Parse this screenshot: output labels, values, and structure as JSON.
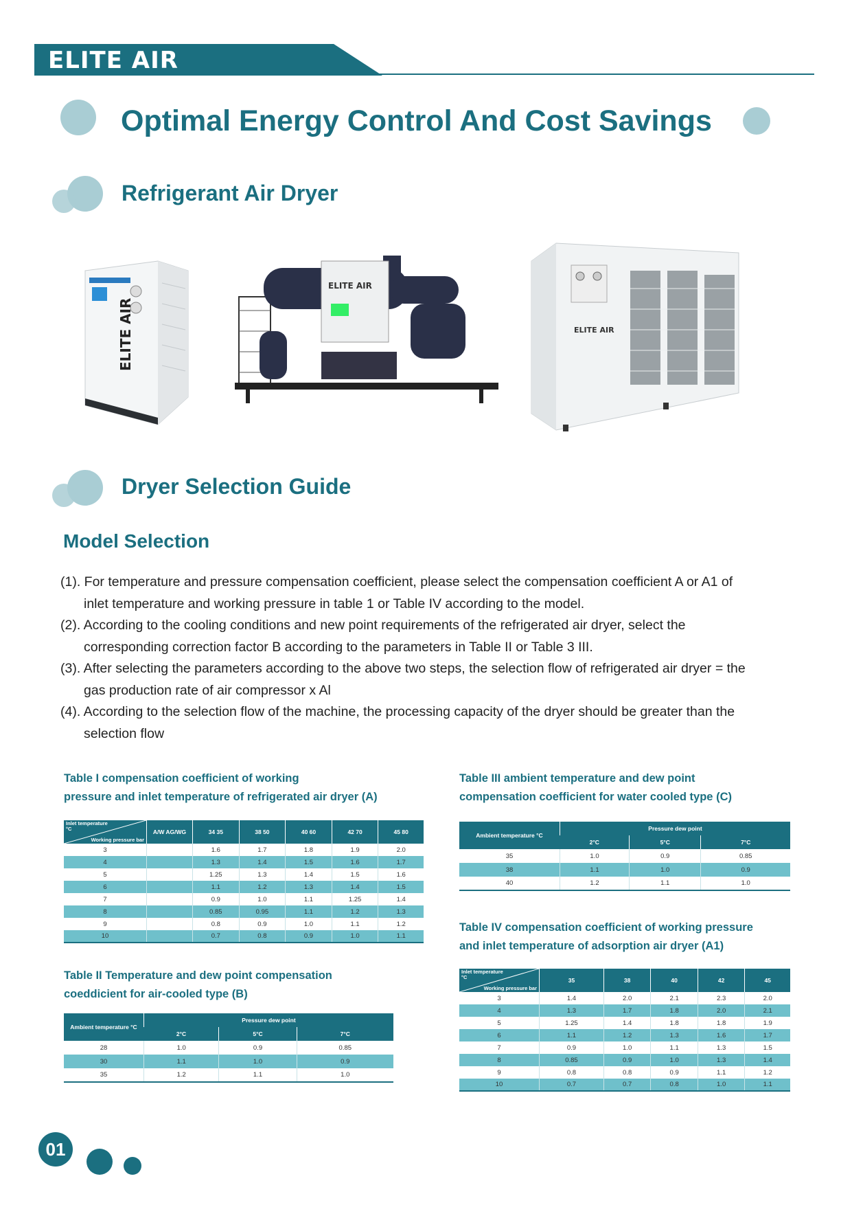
{
  "header": {
    "brand": "ELITE AIR"
  },
  "title": "Optimal Energy Control And Cost Savings",
  "section1": {
    "heading": "Refrigerant Air Dryer"
  },
  "products": [
    {
      "icon": "small-refrigerant-dryer-photo",
      "brand_label": "ELITE AIR"
    },
    {
      "icon": "skid-refrigerant-dryer-photo",
      "brand_label": "ELITE AIR"
    },
    {
      "icon": "large-cabinet-dryer-photo",
      "brand_label": "ELITE AIR"
    }
  ],
  "section2": {
    "heading": "Dryer Selection Guide"
  },
  "model_selection": {
    "heading": "Model Selection",
    "items": [
      "(1). For temperature and pressure compensation coefficient, please select the compensation coefficient A or A1 of inlet temperature and working pressure in table 1 or Table IV according to the model.",
      "(2). According to the cooling conditions and new point requirements of the refrigerated air dryer, select the corresponding correction factor B according to the parameters in Table II or Table 3 III.",
      "(3). After selecting the parameters according to the above two steps, the selection flow of refrigerated air dryer = the gas production rate of air compressor x Al",
      "(4). According to the selection flow of the machine, the processing capacity of the dryer should be greater than the selection flow"
    ]
  },
  "table1": {
    "caption_line1": "Table I compensation coefficient of working",
    "caption_line2": "pressure and inlet temperature of refrigerated air dryer (A)",
    "corner_top": "Inlet temperature",
    "corner_unit": "°C",
    "corner_bottom": "Working pressure bar",
    "col2_header": "A/W AG/WG",
    "columns": [
      "34 35",
      "38 50",
      "40 60",
      "42 70",
      "45 80"
    ],
    "rows": [
      {
        "p": "3",
        "v": [
          "1.6",
          "1.7",
          "1.8",
          "1.9",
          "2.0"
        ]
      },
      {
        "p": "4",
        "v": [
          "1.3",
          "1.4",
          "1.5",
          "1.6",
          "1.7"
        ]
      },
      {
        "p": "5",
        "v": [
          "1.25",
          "1.3",
          "1.4",
          "1.5",
          "1.6"
        ]
      },
      {
        "p": "6",
        "v": [
          "1.1",
          "1.2",
          "1.3",
          "1.4",
          "1.5"
        ]
      },
      {
        "p": "7",
        "v": [
          "0.9",
          "1.0",
          "1.1",
          "1.25",
          "1.4"
        ]
      },
      {
        "p": "8",
        "v": [
          "0.85",
          "0.95",
          "1.1",
          "1.2",
          "1.3"
        ]
      },
      {
        "p": "9",
        "v": [
          "0.8",
          "0.9",
          "1.0",
          "1.1",
          "1.2"
        ]
      },
      {
        "p": "10",
        "v": [
          "0.7",
          "0.8",
          "0.9",
          "1.0",
          "1.1"
        ]
      }
    ]
  },
  "table2": {
    "caption_line1": "Table II Temperature and dew point compensation",
    "caption_line2": "coeddicient for air-cooled type (B)",
    "row_header": "Ambient temperature °C",
    "group_header": "Pressure dew point",
    "columns": [
      "2°C",
      "5°C",
      "7°C"
    ],
    "rows": [
      {
        "t": "28",
        "v": [
          "1.0",
          "0.9",
          "0.85"
        ]
      },
      {
        "t": "30",
        "v": [
          "1.1",
          "1.0",
          "0.9"
        ]
      },
      {
        "t": "35",
        "v": [
          "1.2",
          "1.1",
          "1.0"
        ]
      }
    ]
  },
  "table3": {
    "caption_line1": "Table III ambient temperature and dew point",
    "caption_line2": "compensation coefficient for water cooled type (C)",
    "row_header": "Ambient temperature °C",
    "group_header": "Pressure dew point",
    "columns": [
      "2°C",
      "5°C",
      "7°C"
    ],
    "rows": [
      {
        "t": "35",
        "v": [
          "1.0",
          "0.9",
          "0.85"
        ]
      },
      {
        "t": "38",
        "v": [
          "1.1",
          "1.0",
          "0.9"
        ]
      },
      {
        "t": "40",
        "v": [
          "1.2",
          "1.1",
          "1.0"
        ]
      }
    ]
  },
  "table4": {
    "caption_line1": "Table IV compensation coefficient of working pressure",
    "caption_line2": "and inlet temperature of adsorption air dryer (A1)",
    "corner_top": "Inlet temperature",
    "corner_unit": "°C",
    "corner_bottom": "Working pressure bar",
    "columns": [
      "35",
      "38",
      "40",
      "42",
      "45"
    ],
    "rows": [
      {
        "p": "3",
        "v": [
          "1.4",
          "2.0",
          "2.1",
          "2.3",
          "2.0"
        ]
      },
      {
        "p": "4",
        "v": [
          "1.3",
          "1.7",
          "1.8",
          "2.0",
          "2.1"
        ]
      },
      {
        "p": "5",
        "v": [
          "1.25",
          "1.4",
          "1.8",
          "1.8",
          "1.9"
        ]
      },
      {
        "p": "6",
        "v": [
          "1.1",
          "1.2",
          "1.3",
          "1.6",
          "1.7"
        ]
      },
      {
        "p": "7",
        "v": [
          "0.9",
          "1.0",
          "1.1",
          "1.3",
          "1.5"
        ]
      },
      {
        "p": "8",
        "v": [
          "0.85",
          "0.9",
          "1.0",
          "1.3",
          "1.4"
        ]
      },
      {
        "p": "9",
        "v": [
          "0.8",
          "0.8",
          "0.9",
          "1.1",
          "1.2"
        ]
      },
      {
        "p": "10",
        "v": [
          "0.7",
          "0.7",
          "0.8",
          "1.0",
          "1.1"
        ]
      }
    ]
  },
  "footer": {
    "page_number": "01"
  },
  "colors": {
    "brand_teal": "#1b6f80",
    "light_teal": "#a9cdd4",
    "stripe": "#6fc0cb"
  }
}
